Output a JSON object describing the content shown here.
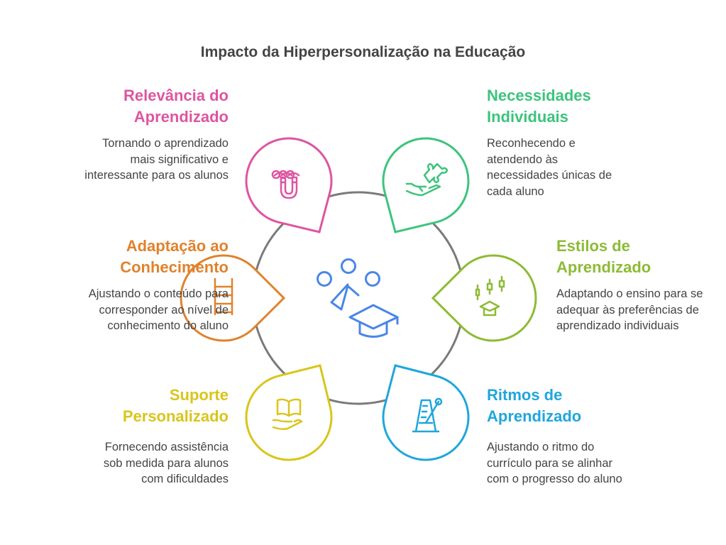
{
  "title": "Impacto da Hiperpersonalização na Educação",
  "items": [
    {
      "title1": "Relevância do",
      "title2": "Aprendizado",
      "desc": "Tornando o aprendizado mais significativo e interessante para os alunos",
      "color": "#de55a0",
      "icon": "magnet-people-icon"
    },
    {
      "title1": "Necessidades",
      "title2": "Individuais",
      "desc": "Reconhecendo e atendendo às necessidades únicas de cada aluno",
      "color": "#3cc47c",
      "icon": "puzzle-hand-icon"
    },
    {
      "title1": "Adaptação ao",
      "title2": "Conhecimento",
      "desc": "Ajustando o conteúdo para corresponder ao nível de conhecimento do aluno",
      "color": "#e0822c",
      "icon": "ladder-icon"
    },
    {
      "title1": "Estilos de",
      "title2": "Aprendizado",
      "desc": "Adaptando o ensino para se adequar às preferências de aprendizado individuais",
      "color": "#8dbb35",
      "icon": "graduation-cap-options-icon"
    },
    {
      "title1": "Suporte",
      "title2": "Personalizado",
      "desc": "Fornecendo assistência sob medida para alunos com dificuldades",
      "color": "#d9c51c",
      "icon": "book-hand-icon"
    },
    {
      "title1": "Ritmos de",
      "title2": "Aprendizado",
      "desc": "Ajustando o ritmo do currículo para se alinhar com o progresso do aluno",
      "color": "#1fa6dc",
      "icon": "metronome-icon"
    }
  ],
  "center_color": "#4a86e8",
  "ring_color": "#7a7a7a"
}
